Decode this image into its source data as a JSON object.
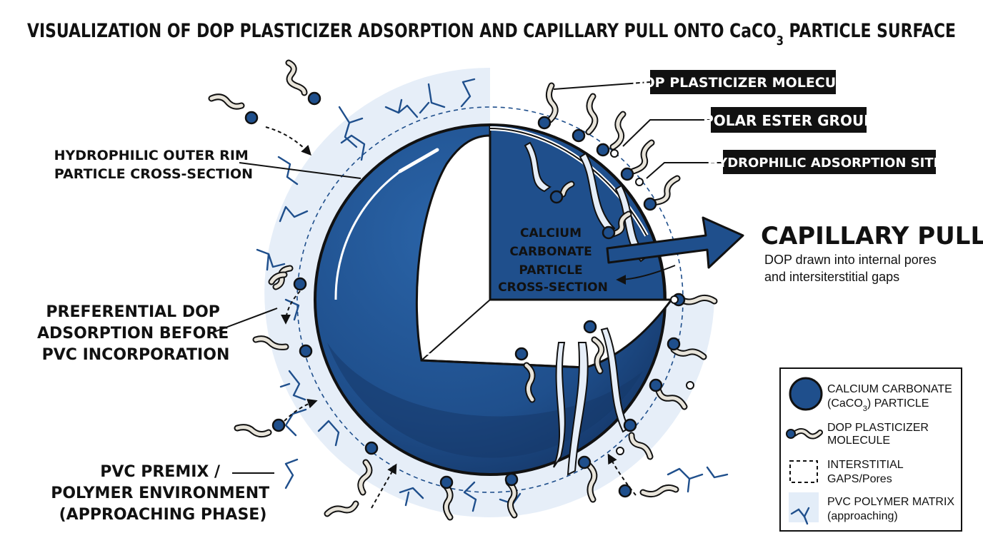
{
  "title": {
    "main": "VISUALIZATION OF DOP PLASTICIZER ADSORPTION AND CAPILLARY PULL ONTO CaCO",
    "sub": "3",
    "tail": " PARTICLE SURFACE"
  },
  "labels": {
    "hydrophilic_rim": [
      "HYDROPHILIC OUTER RIM",
      "PARTICLE CROSS-SECTION"
    ],
    "preferential": [
      "PREFERENTIAL DOP",
      "ADSORPTION BEFORE",
      "PVC INCORPORATION"
    ],
    "pvc_premix": [
      "PVC PREMIX /",
      "POLYMER ENVIRONMENT",
      "(APPROACHING PHASE)"
    ],
    "center": [
      "CALCIUM",
      "CARBONATE",
      "PARTICLE",
      "CROSS-SECTION"
    ],
    "dop_molecule": "DOP PLASTICIZER MOLECULE",
    "polar_ester": "POLAR ESTER GROUP",
    "adsorption_sites": "HYDROPHILIC ADSORPTION SITES",
    "capillary_title": "CAPILLARY PULL",
    "capillary_desc": [
      "DOP drawn into internal pores",
      "and intersiterstitial gaps"
    ]
  },
  "legend": {
    "particle": {
      "line1": "CALCIUM CARBONATE",
      "line2_pre": "(CaCO",
      "line2_sub": "3",
      "line2_post": ") PARTICLE"
    },
    "dop": [
      "DOP PLASTICIZER",
      "MOLECULE"
    ],
    "gaps": [
      "INTERSTITIAL",
      "GAPS/Pores"
    ],
    "pvc": [
      "PVC POLYMER MATRIX",
      "(approaching)"
    ]
  },
  "colors": {
    "particle_blue": "#1f4f8c",
    "particle_dark": "#15386a",
    "halo": "#e3edf8",
    "ink": "#111111",
    "dop_body": "#e8e4da"
  }
}
